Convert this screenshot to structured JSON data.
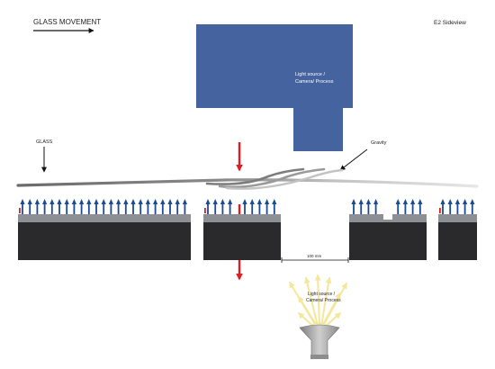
{
  "header": {
    "glass_movement": "GLASS MOVEMENT",
    "view_label": "E2 Sideview"
  },
  "labels": {
    "upper_unit": [
      "Light source /",
      "Camera/ Process"
    ],
    "lower_unit": [
      "Light source /",
      "Camera/ Process"
    ],
    "glass": "GLASS",
    "gravity": "Gravity",
    "gap": "100 mm"
  },
  "colors": {
    "upper_unit": "#44639f",
    "table_block": "#2a2a2c",
    "table_top": "#8d8f94",
    "air_arrow": "#1b4b93",
    "red_arrow": "#e11b22",
    "light_ray": "#f3e79b",
    "lamp": "#a9a9a9"
  },
  "icons": {
    "movement_arrow": "right-arrow-icon",
    "glass_pointer": "down-arrow-icon",
    "gravity_pointer": "diagonal-arrow-icon",
    "air_arrows": "up-arrow-icon",
    "force_arrows": "red-down-arrow-icon",
    "lamp": "lamp-icon"
  }
}
